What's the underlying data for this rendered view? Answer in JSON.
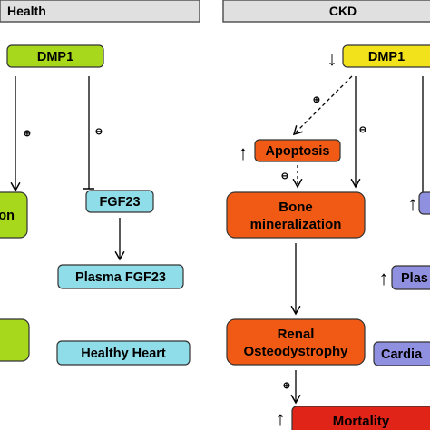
{
  "panels": {
    "health": {
      "title": "Health"
    },
    "ckd": {
      "title": "CKD"
    }
  },
  "health": {
    "dmp1": "DMP1",
    "left_box": "on",
    "fgf23": "FGF23",
    "plasma_fgf23": "Plasma FGF23",
    "healthy_heart": "Healthy Heart",
    "plus_symbol": "⊕",
    "minus_symbol": "⊖"
  },
  "ckd": {
    "dmp1": "DMP1",
    "apoptosis": "Apoptosis",
    "bone_mineralization_line1": "Bone",
    "bone_mineralization_line2": "mineralization",
    "renal_line1": "Renal",
    "renal_line2": "Osteodystrophy",
    "plasma_partial": "Plas",
    "cardia_partial": "Cardia",
    "mortality": "Mortality",
    "plus_symbol": "⊕",
    "minus_symbol": "⊖",
    "up_arrow": "↑",
    "down_arrow": "↓"
  },
  "colors": {
    "header_bg": "#e0e0e0",
    "green": "#a8d81c",
    "cyan": "#8fdde8",
    "orange": "#f05a14",
    "red": "#e02418",
    "yellow": "#f2e21c",
    "purple": "#9090e0"
  }
}
